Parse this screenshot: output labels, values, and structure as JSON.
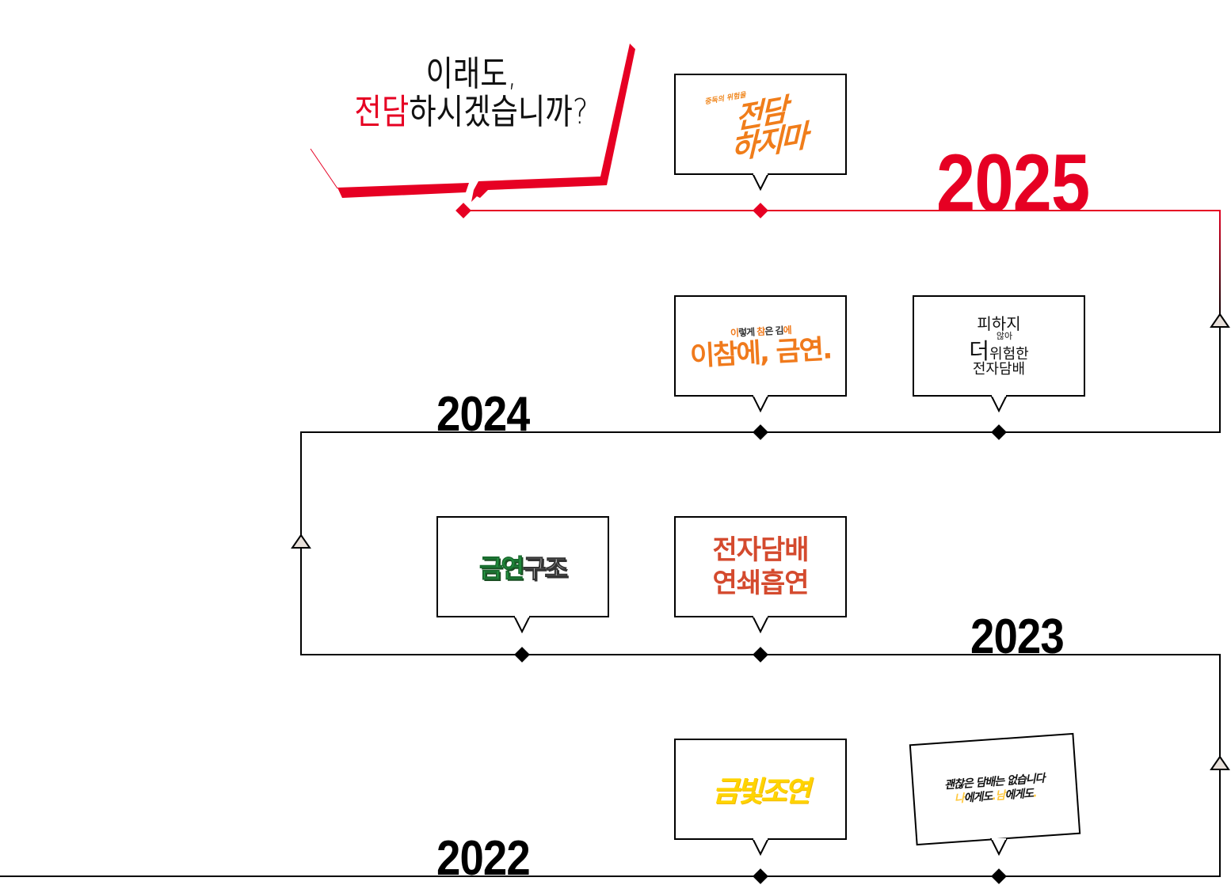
{
  "headline": {
    "line1": "이래도,",
    "line2_accent": "전담",
    "line2_rest": "하시겠습니까?"
  },
  "colors": {
    "accent_red": "#e60023",
    "line_black": "#000000",
    "orange": "#f07a1c",
    "green": "#2fd158",
    "brick_red": "#d44a2e",
    "yellow": "#ffd400",
    "triangle_fill": "#e8e0da"
  },
  "timeline": [
    {
      "year": "2025",
      "cards": [
        {
          "id": "c1",
          "small": "중독의 위험을",
          "title": "전담 하지마",
          "title_l1": "전담",
          "title_l2": "하지마"
        }
      ]
    },
    {
      "year": "2024",
      "cards": [
        {
          "id": "c2",
          "small_parts": [
            "이",
            "렇게 ",
            "참",
            "은 김",
            "에"
          ],
          "title": "이참에, 금연."
        },
        {
          "id": "c3",
          "l1": "피하지",
          "l2": "않아",
          "l3_big": "더",
          "l3_rest": "위험한",
          "l4": "전자담배"
        }
      ]
    },
    {
      "year": "2023",
      "cards": [
        {
          "id": "c4",
          "green": "금연",
          "white": "구조"
        },
        {
          "id": "c5",
          "l1": "전자담배",
          "l2": "연쇄흡연"
        }
      ]
    },
    {
      "year": "2022",
      "cards": [
        {
          "id": "c6",
          "title": "금빛조연"
        },
        {
          "id": "c7",
          "l1": "괜찮은 담배는 없습니다",
          "l2_parts": [
            "나",
            "에게도",
            ".",
            "남",
            "에게도",
            "."
          ]
        }
      ]
    }
  ]
}
